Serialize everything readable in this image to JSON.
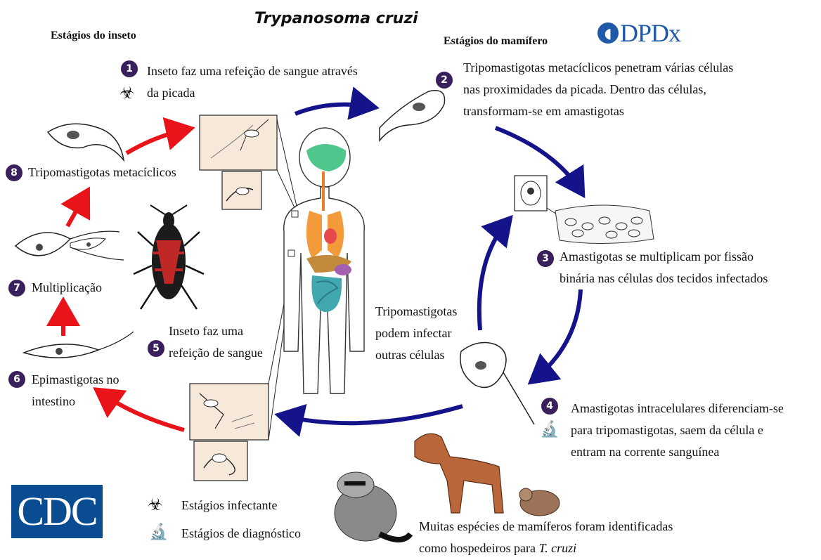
{
  "title": "Trypanosoma cruzi",
  "sections": {
    "insect": "Estágios do inseto",
    "mammal": "Estágios do mamífero"
  },
  "logos": {
    "dpdx": "DPDx",
    "cdc": "CDC"
  },
  "steps": [
    {
      "n": "1",
      "text": "Inseto faz uma refeição de sangue através da picada"
    },
    {
      "n": "2",
      "text": "Tripomastigotas metacíclicos penetram várias células nas proximidades da picada. Dentro das células, transformam-se em amastigotas"
    },
    {
      "n": "3",
      "text": "Amastigotas se multiplicam por fissão binária nas células dos tecidos infectados"
    },
    {
      "n": "4",
      "text": "Amastigotas intracelulares diferenciam-se para tripomastigotas, saem da célula e entram na corrente sanguínea"
    },
    {
      "n": "5",
      "text": "Inseto faz uma refeição de sangue"
    },
    {
      "n": "6",
      "text": "Epimastigotas no intestino"
    },
    {
      "n": "7",
      "text": "Multiplicação"
    },
    {
      "n": "8",
      "text": "Tripomastigotas metacíclicos"
    }
  ],
  "lines": {
    "s1a": "Inseto faz uma refeição de sangue através",
    "s1b": "da picada",
    "s2a": "Tripomastigotas metacíclicos penetram várias células",
    "s2b": "nas proximidades da picada. Dentro das células,",
    "s2c": "transformam-se em amastigotas",
    "s3a": "Amastigotas se multiplicam por fissão",
    "s3b": "binária nas células dos tecidos infectados",
    "s4a": "Amastigotas intracelulares diferenciam-se",
    "s4b": "para tripomastigotas, saem da célula e",
    "s4c": "entram na corrente sanguínea",
    "s5a": "Inseto faz uma",
    "s5b": "refeição de sangue",
    "s6a": "Epimastigotas no",
    "s6b": "intestino"
  },
  "side_note": {
    "a": "Tripomastigotas",
    "b": "podem infectar",
    "c": "outras células"
  },
  "legend": {
    "infective": "Estágios infectante",
    "diagnostic": "Estágios de diagnóstico"
  },
  "hosts_note": {
    "line1": "Muitas espécies de mamíferos foram identificadas",
    "line2_prefix": "como hospedeiros para ",
    "line2_italic": "T. cruzi"
  },
  "colors": {
    "mammal_arrow": "#15138a",
    "insect_arrow": "#e8141a",
    "badge": "#3a1f5d",
    "cdc_blue": "#0a4c92",
    "dpdx_blue": "#1f5aa8"
  },
  "icons": [
    "biohazard-icon",
    "microscope-icon"
  ]
}
